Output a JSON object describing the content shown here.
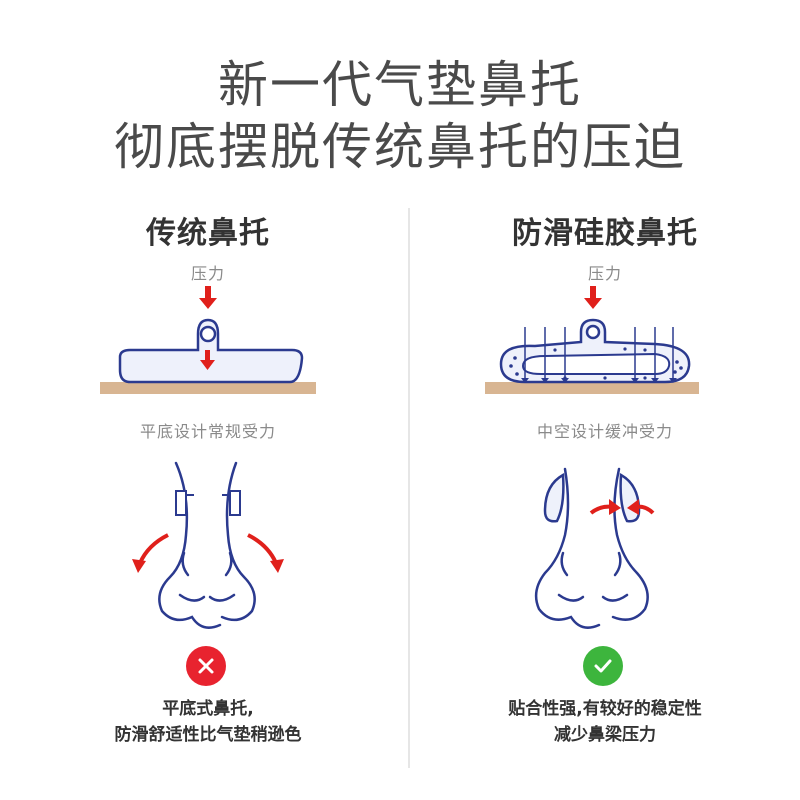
{
  "headline": {
    "line1": "新一代气垫鼻托",
    "line2": "彻底摆脱传统鼻托的压迫"
  },
  "colors": {
    "outline": "#2b3a8f",
    "arrow_red": "#e0201b",
    "base_tan": "#d8b592",
    "bad": "#e8232f",
    "good": "#3db53d"
  },
  "left": {
    "title": "传统鼻托",
    "pressure_label": "压力",
    "caption": "平底设计常规受力",
    "status_icon": "x-icon",
    "verdict_line1": "平底式鼻托,",
    "verdict_line2": "防滑舒适性比气垫稍逊色"
  },
  "right": {
    "title": "防滑硅胶鼻托",
    "pressure_label": "压力",
    "caption": "中空设计缓冲受力",
    "status_icon": "check-icon",
    "verdict_line1": "贴合性强,有较好的稳定性",
    "verdict_line2": "减少鼻梁压力"
  }
}
